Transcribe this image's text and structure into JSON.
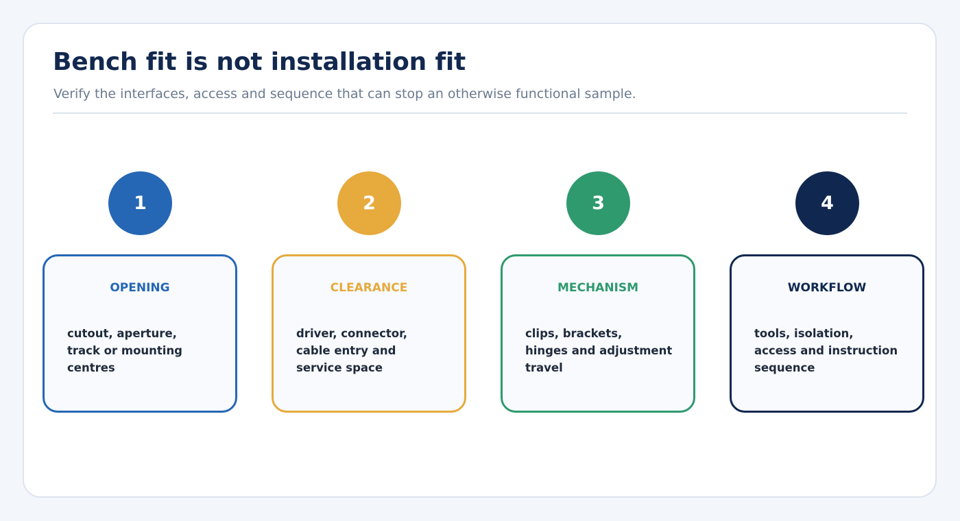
{
  "header": {
    "title": "Bench fit is not installation fit",
    "subtitle": "Verify the interfaces, access and sequence that can stop an otherwise functional sample."
  },
  "steps": [
    {
      "number": "1",
      "title": "OPENING",
      "description": "cutout, aperture,\ntrack or mounting\ncentres",
      "color": "#2567b4"
    },
    {
      "number": "2",
      "title": "CLEARANCE",
      "description": "driver, connector,\ncable entry and\nservice space",
      "color": "#e6aa3d"
    },
    {
      "number": "3",
      "title": "MECHANISM",
      "description": "clips, brackets,\nhinges and adjustment\ntravel",
      "color": "#2f9a6e"
    },
    {
      "number": "4",
      "title": "WORKFLOW",
      "description": "tools, isolation,\naccess and instruction\nsequence",
      "color": "#10284f"
    }
  ]
}
